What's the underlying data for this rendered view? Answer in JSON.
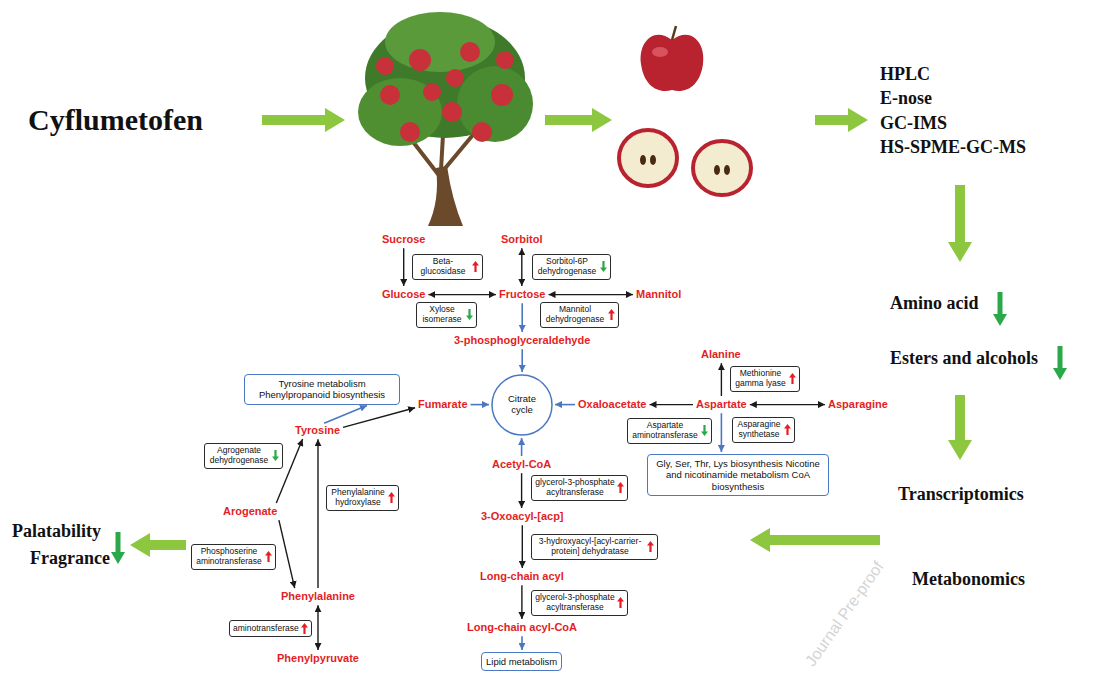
{
  "diagram": {
    "nodes": [
      {
        "text": [
          "Sucrose"
        ]
      },
      {
        "text": [
          "Sorbitol"
        ]
      },
      {
        "text": [
          "Beta-glucosidase"
        ]
      },
      {
        "text": [
          "Sorbitol-6P dehydrogenase"
        ]
      },
      {
        "text": [
          "Glucose"
        ]
      },
      {
        "text": [
          "Fructose"
        ]
      },
      {
        "text": [
          "Mannitol"
        ]
      },
      {
        "text": [
          "Xylose isomerase"
        ]
      },
      {
        "text": [
          "Mannitol dehydrogenase"
        ]
      },
      {
        "text": [
          "3-phosphoglyceraldehyde"
        ]
      },
      {
        "text": [
          "Alanine"
        ]
      },
      {
        "text": [
          "Methionine gamma lyase"
        ]
      },
      {
        "text": [
          "Tyrosine metabolism Phenylpropanoid biosynthesis"
        ]
      },
      {
        "text": [
          "Fumarate"
        ]
      },
      {
        "text": [
          "Citrate cycle"
        ]
      },
      {
        "text": [
          "Oxaloacetate"
        ]
      },
      {
        "text": [
          "Aspartate"
        ]
      },
      {
        "text": [
          "Asparagine"
        ]
      },
      {
        "text": [
          "Aspartate aminotransferase"
        ]
      },
      {
        "text": [
          "Asparagine synthetase"
        ]
      },
      {
        "text": [
          "Tyrosine"
        ]
      },
      {
        "text": [
          "Agrogenate dehydrogenase"
        ]
      },
      {
        "text": [
          "Gly, Ser, Thr, Lys biosynthesis Nicotine and nicotinamide metabolism CoA biosynthesis"
        ]
      },
      {
        "text": [
          "Acetyl-CoA"
        ]
      },
      {
        "text": [
          "glycerol-3-phosphate acyltransferase"
        ]
      },
      {
        "text": [
          "Phenylalanine hydroxylase"
        ]
      },
      {
        "text": [
          "Arogenate"
        ]
      },
      {
        "text": [
          "3-Oxoacyl-[acp]"
        ]
      },
      {
        "text": [
          "Phosphoserine aminotransferase"
        ]
      },
      {
        "text": [
          "3-hydroxyacyl-[acyl-carrier-protein] dehydratase"
        ]
      },
      {
        "text": [
          "Long-chain acyl"
        ]
      },
      {
        "text": [
          "glycerol-3-phosphate acyltransferase"
        ]
      },
      {
        "text": [
          "Phenylalanine"
        ]
      },
      {
        "text": [
          "aminotransferase"
        ]
      },
      {
        "text": [
          "Long-chain acyl-CoA"
        ]
      },
      {
        "text": [
          "Phenylpyruvate"
        ]
      },
      {
        "text": [
          "Lipid metabolism"
        ]
      }
    ],
    "edges": [
      {
        "from": 0,
        "to": 4,
        "arrow": "to"
      },
      {
        "from": 1,
        "to": 5,
        "arrow": "both"
      },
      {
        "from": 4,
        "to": 5,
        "arrow": "both"
      },
      {
        "from": 5,
        "to": 6,
        "arrow": "both"
      },
      {
        "from": 5,
        "to": 9,
        "arrow": "to"
      },
      {
        "from": 9,
        "to": 14,
        "arrow": "to"
      },
      {
        "from": 16,
        "to": 10,
        "arrow": "to"
      },
      {
        "from": 16,
        "to": 15,
        "arrow": "to"
      },
      {
        "from": 16,
        "to": 17,
        "arrow": "both"
      },
      {
        "from": 15,
        "to": 14,
        "arrow": "to"
      },
      {
        "from": 13,
        "to": 14,
        "arrow": "to"
      },
      {
        "from": 20,
        "to": 13,
        "arrow": "to"
      },
      {
        "from": 20,
        "to": 12,
        "arrow": "to"
      },
      {
        "from": 26,
        "to": 20,
        "arrow": "to"
      },
      {
        "from": 26,
        "to": 32,
        "arrow": "to"
      },
      {
        "from": 32,
        "to": 20,
        "arrow": "to"
      },
      {
        "from": 35,
        "to": 32,
        "arrow": "both"
      },
      {
        "from": 16,
        "to": 22,
        "arrow": "to"
      },
      {
        "from": 23,
        "to": 14,
        "arrow": "to"
      },
      {
        "from": 23,
        "to": 27,
        "arrow": "to"
      },
      {
        "from": 27,
        "to": 30,
        "arrow": "to"
      },
      {
        "from": 30,
        "to": 34,
        "arrow": "to"
      },
      {
        "from": 34,
        "to": 36,
        "arrow": "to"
      }
    ],
    "labels": [
      "Cyflumetofen",
      "HPLC",
      "E-nose",
      "GC-IMS",
      "HS-SPME-GC-MS",
      "Amino acid",
      "Esters and alcohols",
      "Transcriptomics",
      "Palatability",
      "Fragrance",
      "Metabonomics",
      "Journal Pre-proof"
    ]
  }
}
